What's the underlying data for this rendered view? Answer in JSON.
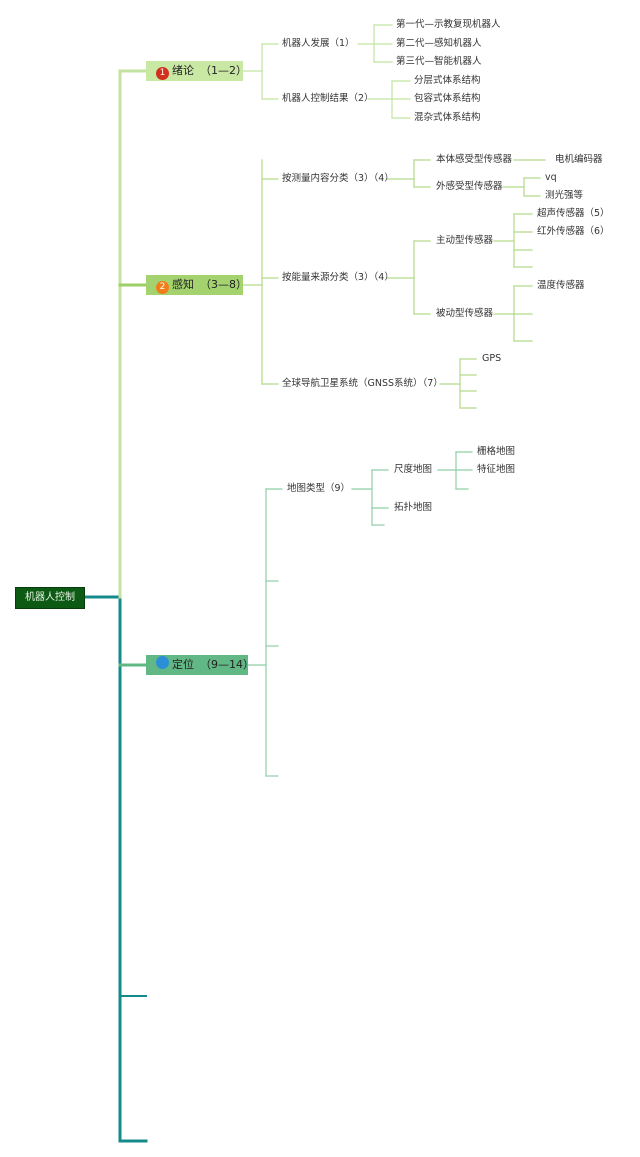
{
  "colors": {
    "root_bg": "#0c5a14",
    "branch1": "#c4e3a0",
    "branch2": "#9ccf65",
    "branch3": "#5fb883",
    "trunk": "#148a8a",
    "badge1": "#d32f1e",
    "badge2": "#ef7d1a",
    "badge3": "#2a8fd6"
  },
  "root": {
    "label": "机器人控制"
  },
  "chapters": [
    {
      "badge": "1",
      "label": "绪论",
      "pages": "（1—2）",
      "topics": [
        {
          "label": "机器人发展（1）",
          "children": [
            "第一代—示教复现机器人",
            "第二代—感知机器人",
            "第三代—智能机器人"
          ]
        },
        {
          "label": "机器人控制结果（2）",
          "children": [
            "分层式体系结构",
            "包容式体系结构",
            "混杂式体系结构"
          ]
        }
      ]
    },
    {
      "badge": "2",
      "label": "感知",
      "pages": "（3—8）",
      "topics": [
        {
          "label": "按测量内容分类（3）（4）",
          "children": [
            {
              "label": "本体感受型传感器",
              "children": [
                "电机编码器"
              ]
            },
            {
              "label": "外感受型传感器",
              "children": [
                "vq",
                "测光强等"
              ]
            }
          ]
        },
        {
          "label": "按能量来源分类（3）（4）",
          "children": [
            {
              "label": "主动型传感器",
              "children": [
                "超声传感器（5）",
                "红外传感器（6）"
              ]
            },
            {
              "label": "被动型传感器",
              "children": [
                "温度传感器"
              ]
            }
          ]
        },
        {
          "label": "全球导航卫星系统（GNSS系统）（7）",
          "children": [
            "GPS"
          ]
        }
      ]
    },
    {
      "badge": "",
      "label": "定位",
      "pages": "（9—14）",
      "topics": [
        {
          "label": "地图类型（9）",
          "children": [
            {
              "label": "尺度地图",
              "children": [
                "栅格地图",
                "特征地图"
              ]
            },
            {
              "label": "拓扑地图",
              "children": []
            }
          ]
        }
      ]
    }
  ]
}
